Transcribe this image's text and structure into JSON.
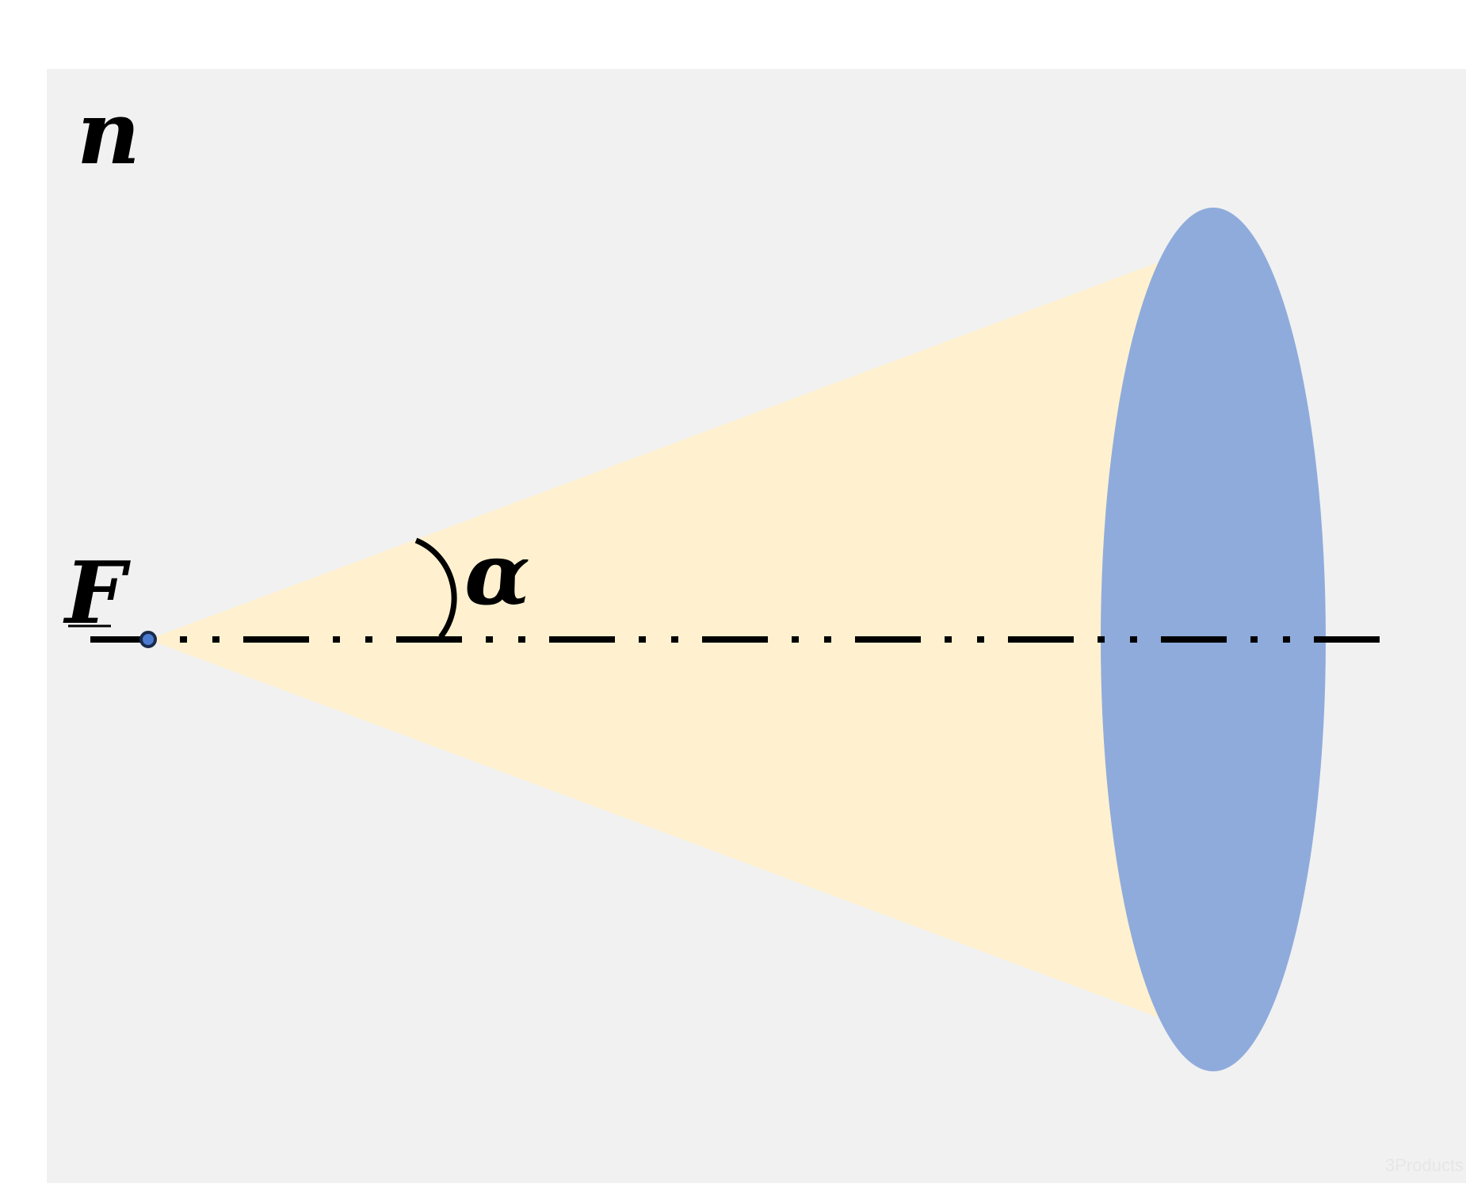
{
  "labels": {
    "medium": "n",
    "focus": "F",
    "angle": "α",
    "watermark": "3Products"
  },
  "colors": {
    "page_background": "#ffffff",
    "panel_background": "#f1f1f1",
    "cone_fill": "#fff1cf",
    "aperture_fill": "#8fabdc",
    "axis_color": "#000000",
    "focus_point_fill": "#4a7bd0",
    "focus_point_stroke": "#1a2a4a"
  },
  "icons": {
    "focus_point": "focus-point-marker-icon",
    "angle_arc": "angle-arc-icon"
  }
}
